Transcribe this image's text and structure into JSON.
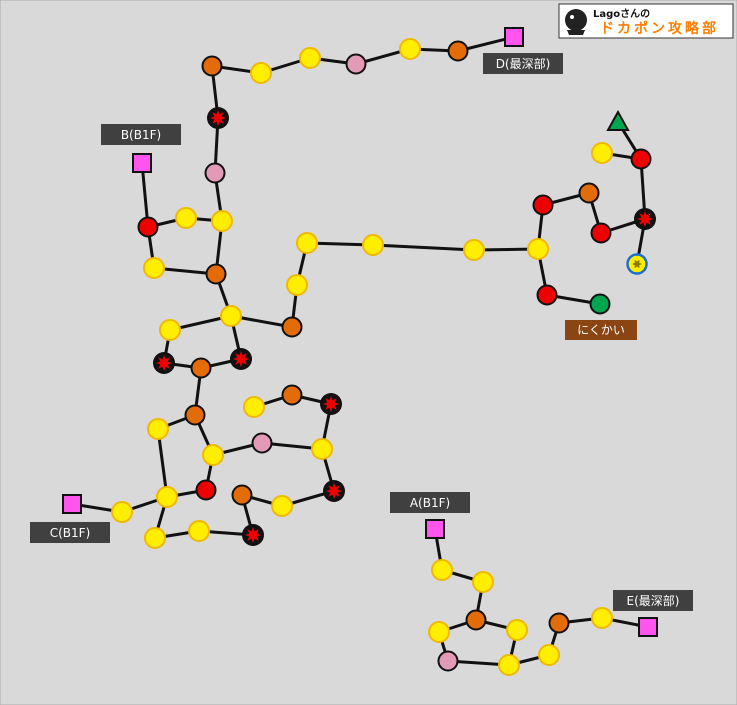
{
  "logo": {
    "site_name": "Lagoさんの",
    "title": "ドカポン攻略部"
  },
  "labels": {
    "d": "D(最深部)",
    "b": "B(B1F)",
    "c": "C(B1F)",
    "a": "A(B1F)",
    "e": "E(最深部)",
    "nikukai": "にくかい"
  },
  "legend_colors": {
    "yellow": "#ffee00",
    "orange": "#e36c09",
    "red": "#ee0000",
    "pink": "#e39ab7",
    "magenta_square": "#ff55ee",
    "green": "#00a550",
    "triangle": "#00a550",
    "label_dark": "#404040",
    "label_brown": "#8b4513"
  }
}
